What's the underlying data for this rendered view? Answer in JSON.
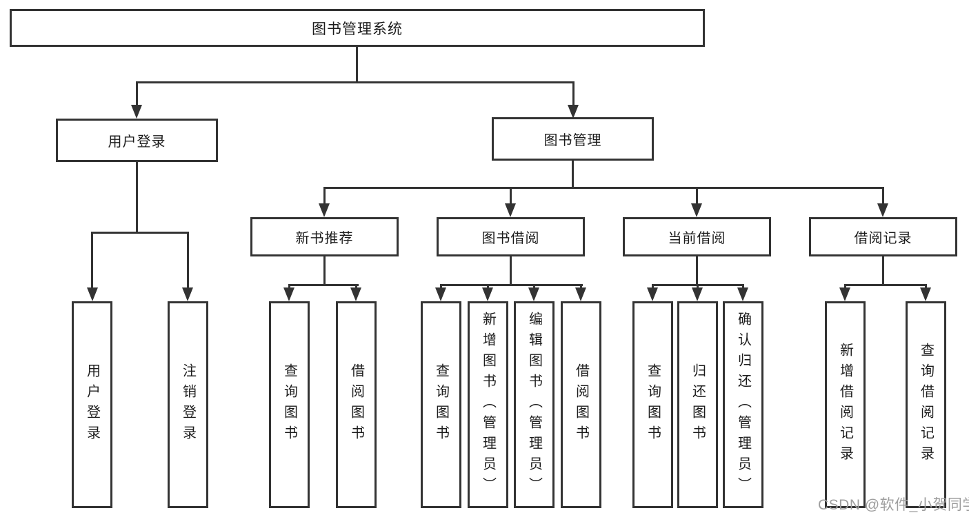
{
  "diagram": {
    "root": {
      "label": "图书管理系统"
    },
    "branches": {
      "user_login": {
        "label": "用户登录",
        "children": [
          {
            "label": "用户登录"
          },
          {
            "label": "注销登录"
          }
        ]
      },
      "book_management": {
        "label": "图书管理",
        "groups": [
          {
            "label": "新书推荐",
            "children": [
              {
                "label": "查询图书"
              },
              {
                "label": "借阅图书"
              }
            ]
          },
          {
            "label": "图书借阅",
            "children": [
              {
                "label": "查询图书"
              },
              {
                "label": "新增图书（管理员）"
              },
              {
                "label": "编辑图书（管理员）"
              },
              {
                "label": "借阅图书"
              }
            ]
          },
          {
            "label": "当前借阅",
            "children": [
              {
                "label": "查询图书"
              },
              {
                "label": "归还图书"
              },
              {
                "label": "确认归还（管理员）"
              }
            ]
          },
          {
            "label": "借阅记录",
            "children": [
              {
                "label": "新增借阅记录"
              },
              {
                "label": "查询借阅记录"
              }
            ]
          }
        ]
      }
    }
  },
  "watermark": {
    "text": "CSDN @软件_小贺同学",
    "color": "#9e9e9e"
  },
  "colors": {
    "line": "#333333",
    "box_border": "#333333",
    "background": "#ffffff",
    "text": "#1c1c1c"
  }
}
